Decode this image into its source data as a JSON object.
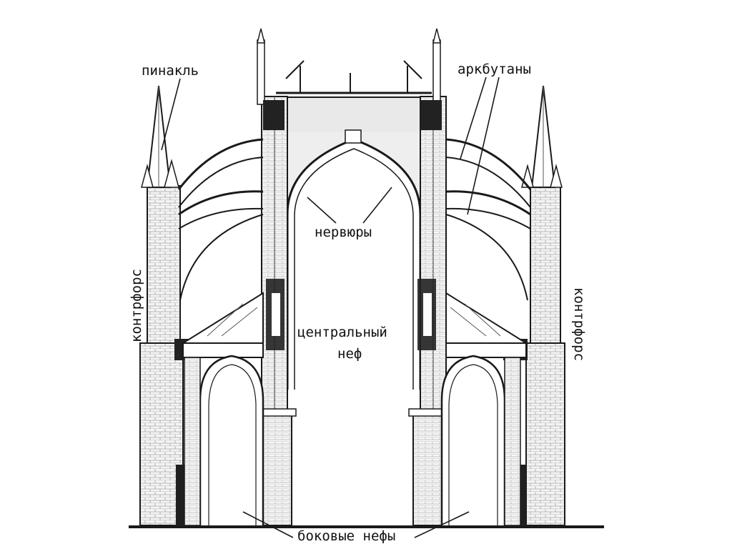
{
  "labels": {
    "pinnacle": "пинакль",
    "flying_buttresses": "аркбутаны",
    "ribs": "нервюры",
    "central_nave_line1": "центральный",
    "central_nave_line2": "неф",
    "buttress_left": "контрфорс",
    "buttress_right": "контрфорс",
    "side_naves": "боковые нефы"
  },
  "colors": {
    "ink": "#1a1a1a",
    "stone": "#f4f4f4",
    "vault_fill": "#e9e9e9",
    "dark_mass": "#222222"
  }
}
